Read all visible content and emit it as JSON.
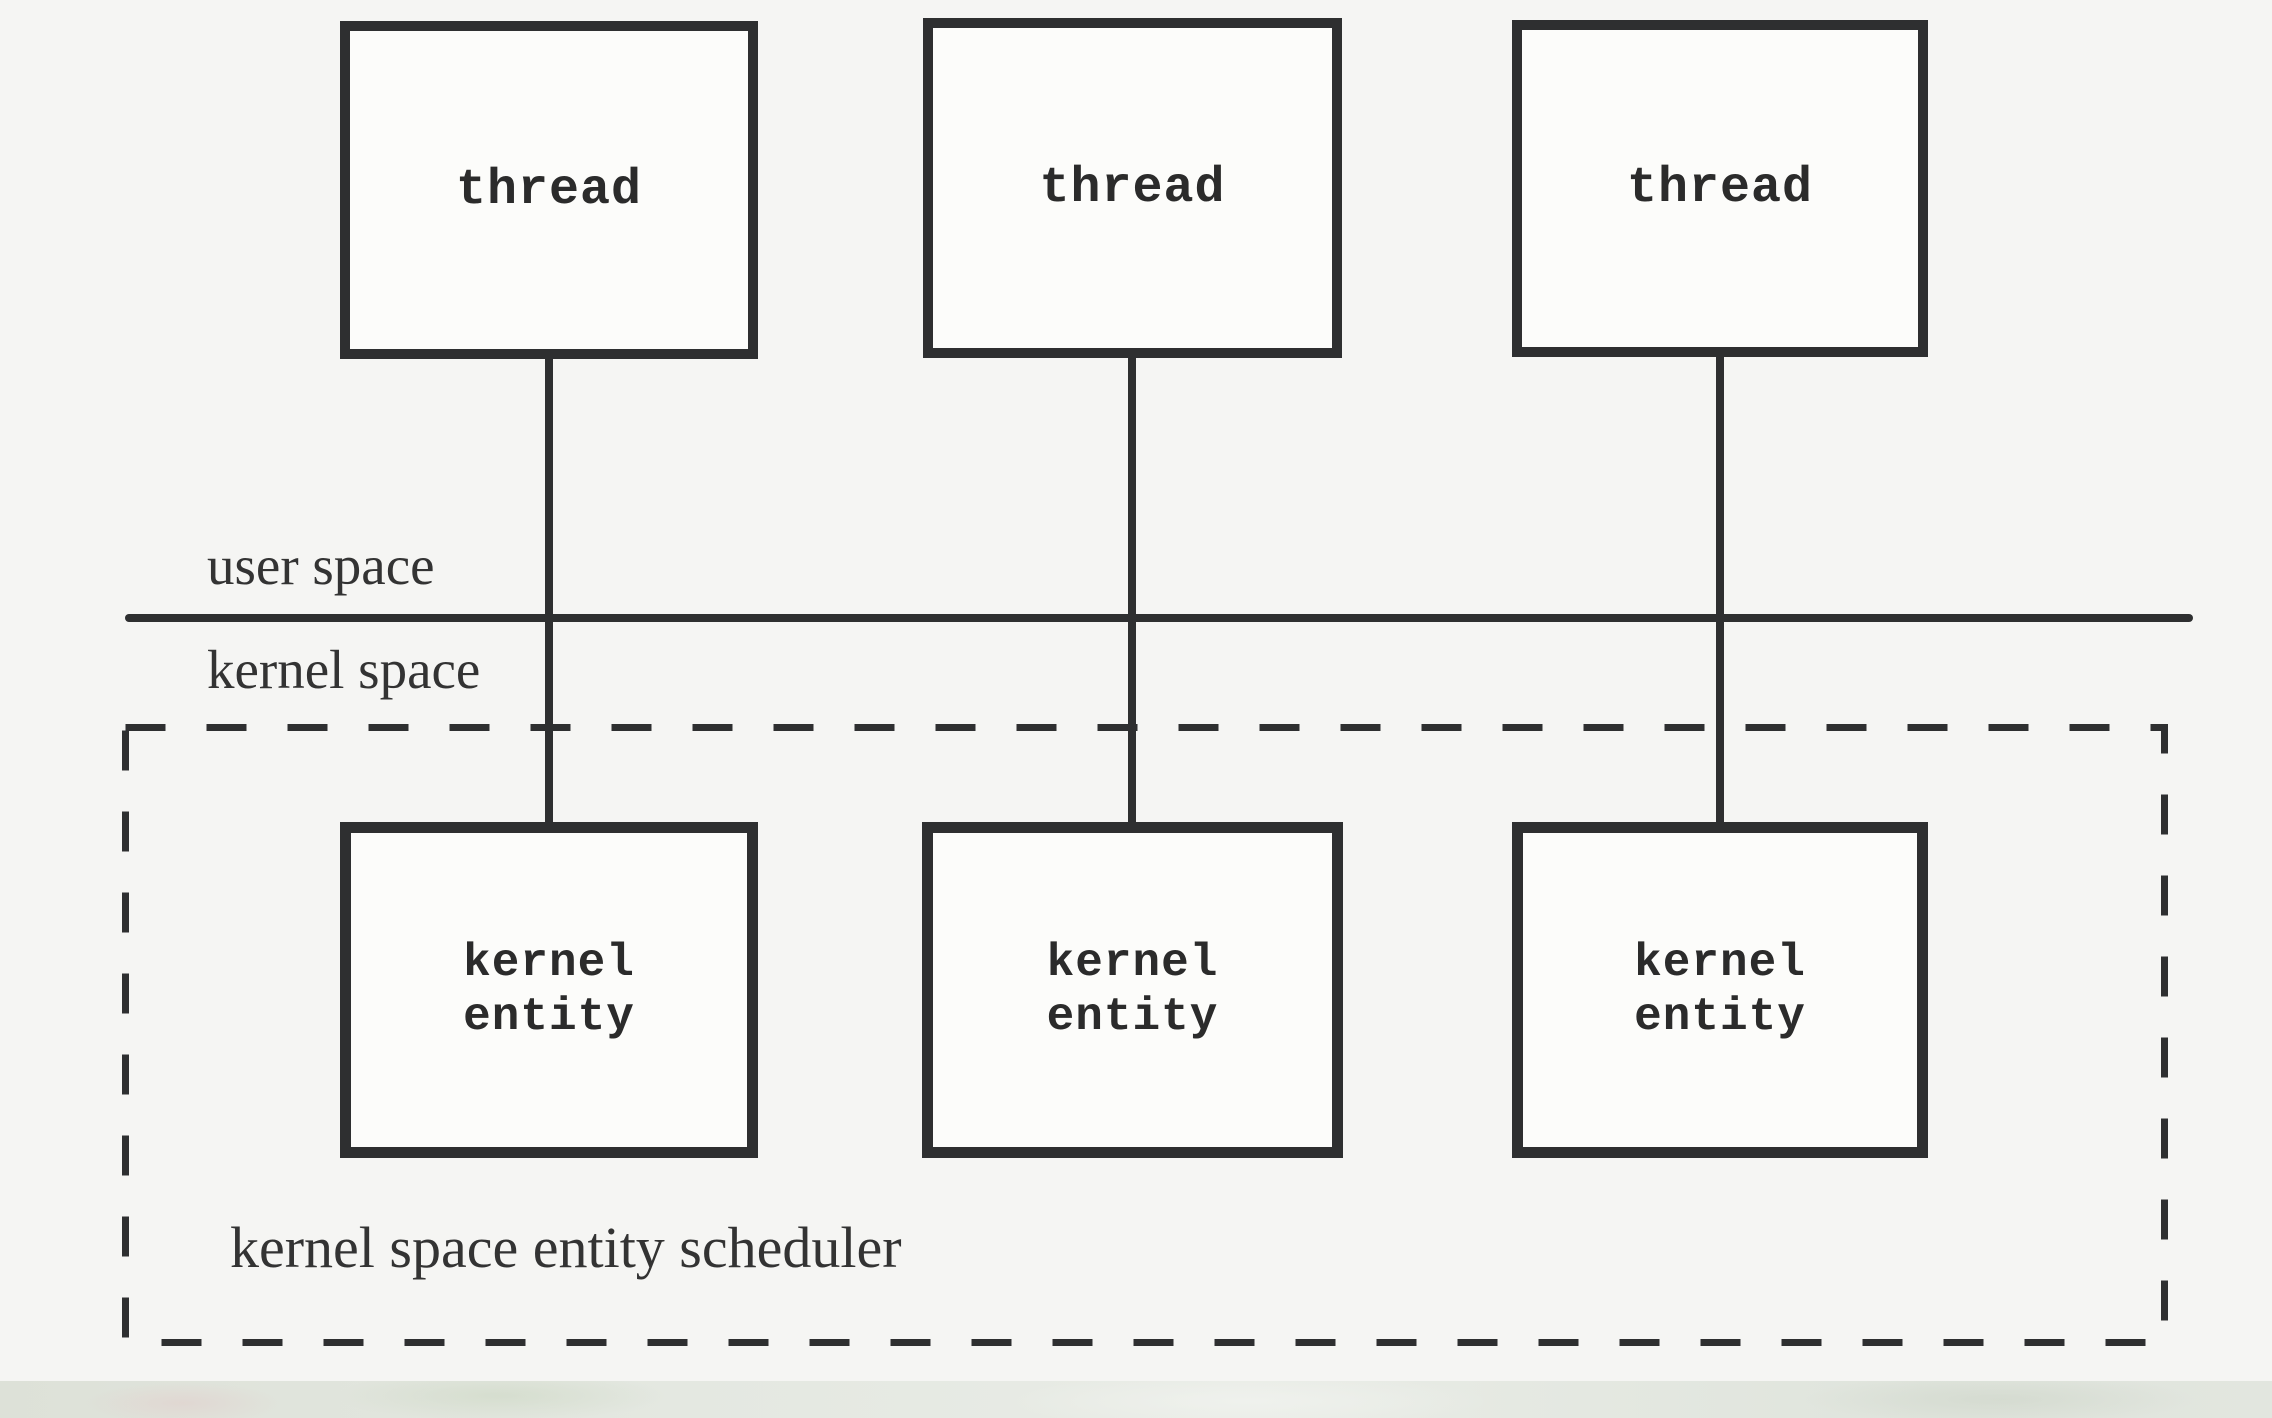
{
  "diagram": {
    "thread_boxes": [
      {
        "label": "thread"
      },
      {
        "label": "thread"
      },
      {
        "label": "thread"
      }
    ],
    "kernel_entity_boxes": [
      {
        "label": "kernel\nentity"
      },
      {
        "label": "kernel\nentity"
      },
      {
        "label": "kernel\nentity"
      }
    ],
    "boundary": {
      "above_label": "user space",
      "below_label": "kernel space"
    },
    "scheduler": {
      "label": "kernel space entity scheduler"
    }
  },
  "colors": {
    "line": "#2e2f30",
    "background": "#f5f5f3",
    "box-fill": "#fcfcfa",
    "band": "#e3e7e0"
  }
}
